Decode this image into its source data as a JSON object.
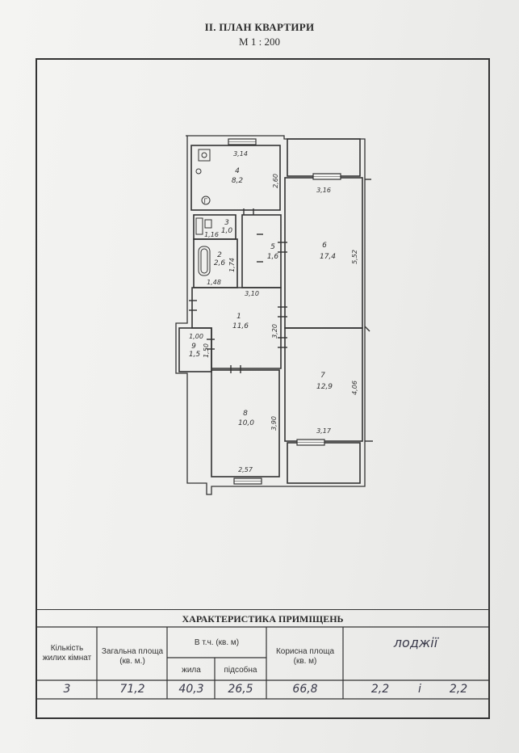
{
  "header": {
    "title": "ІІ. ПЛАН КВАРТИРИ",
    "scale": "М 1 : 200"
  },
  "rooms": [
    {
      "number": "4",
      "area": "8,2"
    },
    {
      "number": "3",
      "area": "1,0"
    },
    {
      "number": "2",
      "area": "2,6"
    },
    {
      "number": "5",
      "area": "1,6"
    },
    {
      "number": "6",
      "area": "17,4"
    },
    {
      "number": "1",
      "area": "11,6"
    },
    {
      "number": "9",
      "area": "1,5"
    },
    {
      "number": "7",
      "area": "12,9"
    },
    {
      "number": "8",
      "area": "10,0"
    }
  ],
  "stove_mark": "Г",
  "dimensions": {
    "d314": "3,14",
    "d260": "2,60",
    "d316": "3,16",
    "d552": "5,52",
    "d116": "1,16",
    "d148": "1,48",
    "d174": "1,74",
    "d310": "3,10",
    "d320": "3,20",
    "d100": "1,00",
    "d150": "1,50",
    "d406": "4,06",
    "d317": "3,17",
    "d390": "3,90",
    "d257": "2,57"
  },
  "table": {
    "title": "ХАРАКТЕРИСТИКА ПРИМІЩЕНЬ",
    "col_rooms": "Кількість жилих кімнат",
    "col_total": "Загальна площа (кв. м.)",
    "col_incl": "В т.ч. (кв. м)",
    "col_living": "жила",
    "col_aux": "підсобна",
    "col_useful": "Корисна площа (кв. м)",
    "col_loggia": "лоджії",
    "val_rooms": "3",
    "val_total": "71,2",
    "val_living": "40,3",
    "val_aux": "26,5",
    "val_useful": "66,8",
    "val_loggia_a": "2,2",
    "val_loggia_and": "і",
    "val_loggia_b": "2,2"
  }
}
